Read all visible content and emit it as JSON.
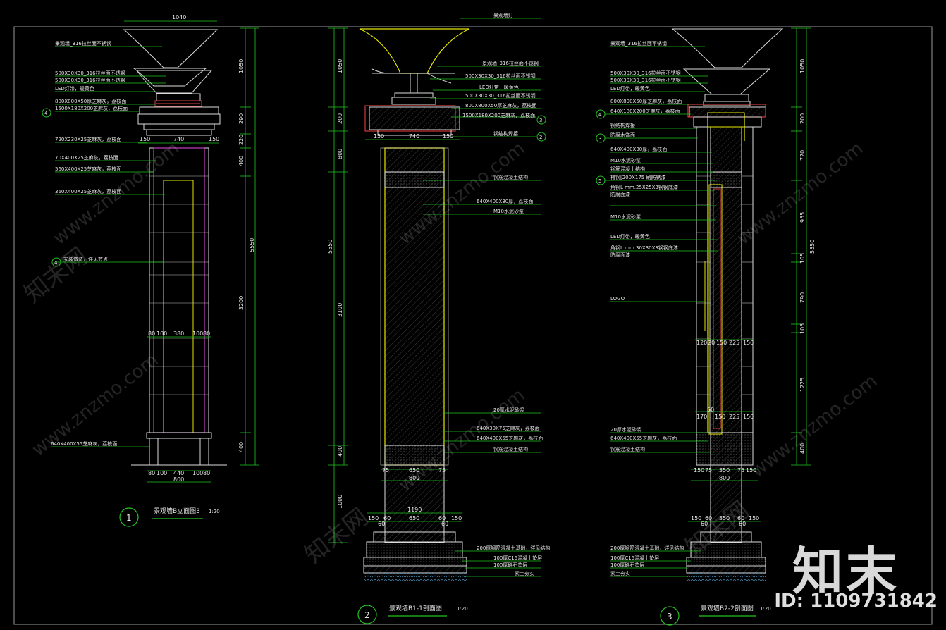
{
  "brand": {
    "logo_text": "知末",
    "id_text": "ID: 1109731842"
  },
  "watermark": {
    "site": "www.znzmo.com",
    "cn": "知末网"
  },
  "views": [
    {
      "number": "1",
      "title": "景观墙B立面图3",
      "scale": "1:20",
      "top_dims": [
        "1040"
      ],
      "width_dims": [
        "150",
        "740",
        "150"
      ],
      "mid_dims": [
        "80",
        "100",
        "380",
        "100",
        "80"
      ],
      "base_dims": [
        "80",
        "100",
        "440",
        "100",
        "80"
      ],
      "total_width": "800",
      "height_dims": [
        "1050",
        "290",
        "220",
        "400",
        "3200",
        "400"
      ],
      "total_height": "5550",
      "notes": [
        "景观墙_316拉丝面不锈钢",
        "500X30X30_316拉丝面不锈钢",
        "500X30X30_316拉丝面不锈钢",
        "LED灯带，暖黄色",
        "800X800X50厚芝麻灰，荔枝面",
        "1500X180X200芝麻灰，荔枝面",
        "720X230X25芝麻灰，荔枝面",
        "70X400X25芝麻灰，荔枝面",
        "560X400X25芝麻灰，荔枝面",
        "360X400X25芝麻灰，荔枝面",
        "安装做法，详见节点",
        "640X400X55芝麻灰，荔枝面"
      ]
    },
    {
      "number": "2",
      "title": "景观墙B1-1剖面图",
      "scale": "1:20",
      "width_dims": [
        "150",
        "740",
        "150"
      ],
      "base_dims": [
        "75",
        "650",
        "75"
      ],
      "total_width": "800",
      "footing_dims": [
        "1190"
      ],
      "footing_detail_dims": [
        "150",
        "60",
        "650",
        "60",
        "150"
      ],
      "footing_sub_dims": [
        "60",
        "60"
      ],
      "height_dims": [
        "1050",
        "200",
        "800",
        "3100",
        "400",
        "1000"
      ],
      "total_height": "5550",
      "notes": [
        "景观墙灯",
        "景观墙_316拉丝面不锈钢",
        "500X30X30_316拉丝面不锈钢",
        "LED灯带，暖黄色",
        "500X30X30_316拉丝面不锈钢",
        "800X800X50厚芝麻灰，荔枝面",
        "1500X180X200芝麻灰，荔枝面",
        "钢结构焊接",
        "钢筋混凝土结构",
        "640X400X30厚，荔枝面",
        "M10水泥砂浆",
        "20厚水泥砂浆",
        "640X30X75芝麻灰，荔枝面",
        "640X400X55芝麻灰，荔枝面",
        "钢筋混凝土结构",
        "200厚钢筋混凝土基础，详见结构",
        "100厚C15混凝土垫层",
        "100厚碎石垫层",
        "素土夯实"
      ],
      "detail_refs": [
        "3",
        "2"
      ]
    },
    {
      "number": "3",
      "title": "景观墙B2-2剖面图",
      "scale": "1:20",
      "mid_dims": [
        "120",
        "20",
        "150",
        "225",
        "150"
      ],
      "low_dims": [
        "170",
        "150",
        "225",
        "150"
      ],
      "low_small": [
        "50"
      ],
      "base_dims": [
        "150",
        "75",
        "350",
        "75",
        "150"
      ],
      "total_width": "800",
      "footing_detail_dims": [
        "150",
        "60",
        "350",
        "60",
        "150"
      ],
      "footing_sub_dims": [
        "60",
        "60"
      ],
      "height_dims": [
        "1050",
        "200",
        "720",
        "955",
        "105",
        "790",
        "105",
        "1225",
        "400"
      ],
      "total_height": "5550",
      "notes": [
        "景观墙_316拉丝面不锈钢",
        "500X30X30_316拉丝面不锈钢",
        "500X30X30_316拉丝面不锈钢",
        "LED灯带，暖黄色",
        "800X800X50厚芝麻灰，荔枝面",
        "640X180X200芝麻灰，荔枝面",
        "钢结构焊接",
        "防腐木饰面",
        "640X400X30厚，荔枝面",
        "M10水泥砂浆",
        "钢筋混凝土结构",
        "槽钢[200X175 刷防锈漆",
        "角钢L mm.25X25X3钢钢底漆",
        "防腐面漆",
        "M10水泥砂浆",
        "LED灯带，暖黄色",
        "角钢L mm.30X30X3钢钢底漆",
        "防腐面漆",
        "LOGO",
        "20厚水泥砂浆",
        "640X400X55芝麻灰，荔枝面",
        "钢筋混凝土结构",
        "200厚钢筋混凝土基础，详见结构",
        "100厚C15混凝土垫层",
        "100厚碎石垫层",
        "素土夯实"
      ],
      "detail_refs": [
        "4",
        "3",
        "5"
      ]
    }
  ],
  "view1_refs": [
    "4",
    "4"
  ]
}
